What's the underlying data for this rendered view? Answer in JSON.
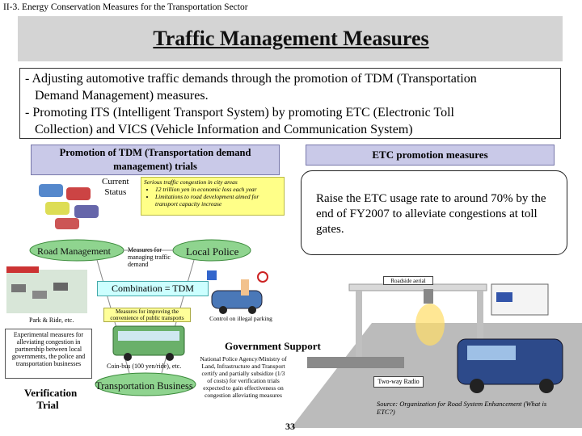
{
  "header": {
    "section_label": "II-3. Energy Conservation Measures for the Transportation Sector",
    "title": "Traffic Management Measures"
  },
  "intro": {
    "line1": "- Adjusting automotive traffic demands through the promotion of TDM (Transportation",
    "line2": "Demand Management) measures.",
    "line3": "- Promoting ITS (Intelligent Transport System) by promoting ETC (Electronic Toll",
    "line4": "Collection) and VICS (Vehicle Information and Communication System)"
  },
  "tdm": {
    "heading_line1": "Promotion of TDM (Transportation demand",
    "heading_line2": "management) trials",
    "current_status_line1": "Current",
    "current_status_line2": "Status",
    "issues_title": "Serious traffic congestion in city areas",
    "issues": [
      "12 trillion yen in economic loss each year",
      "Limitations to road development aimed for transport capacity increase"
    ],
    "road_management": "Road Management",
    "local_police": "Local Police",
    "measures_for": "Measures for managing traffic demand",
    "combination": "Combination = TDM",
    "improve_transport": "Measures for improving the convenience of public transports",
    "park_ride": "Park & Ride, etc.",
    "control_parking": "Control on illegal parking",
    "experimental": "Experimental measures for alleviating congestion in partnership between local governments, the police and transportation businesses",
    "verification_line1": "Verification",
    "verification_line2": "Trial",
    "coin_bus": "Coin-bus (100 yen/ride), etc.",
    "transportation_business": "Transportation Business"
  },
  "etc": {
    "heading": "ETC promotion measures",
    "callout": "Raise the ETC usage rate to around 70% by the end of FY2007 to alleviate congestions at toll gates.",
    "roadside_aerial": "Roadside aerial",
    "two_way_radio": "Two-way Radio"
  },
  "government": {
    "heading": "Government Support",
    "text": "National Police Agency/Ministry of Land, Infrastructure and Transport certify and partially subsidize (1/3 of costs) for verification trials expected to gain effectiveness on congestion alleviating measures"
  },
  "source": "Source: Organization for Road System Enhancement (What is ETC?)",
  "page_number": "33",
  "colors": {
    "title_band": "#d4d4d4",
    "heading_fill": "#c9c9e8",
    "green_ellipse": "#8fd48f",
    "yellow_note": "#ffff88",
    "combination_fill": "#ccffff"
  }
}
